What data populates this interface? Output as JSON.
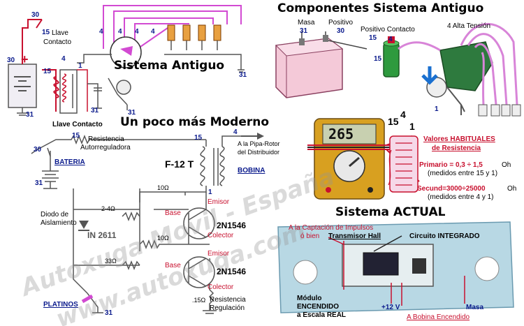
{
  "titles": {
    "sistema_antiguo": "Sistema Antiguo",
    "componentes": "Componentes Sistema Antiguo",
    "moderno": "Un poco más Moderno",
    "actual": "Sistema ACTUAL"
  },
  "antiguo": {
    "n30": "30",
    "llave_15": "15",
    "llave_label_1": "Llave",
    "llave_label_2": "Contacto",
    "n30_bat": "30",
    "plus": "+",
    "n15": "15",
    "n31_bat": "31",
    "n4_a": "4",
    "n4_b": "4",
    "n4_c": "4",
    "n4_d": "4",
    "n4_e": "4",
    "n1": "1",
    "n31_a": "31",
    "n31_b": "31",
    "n31_c": "31"
  },
  "componentes": {
    "masa": "Masa",
    "masa_n": "31",
    "positivo": "Positivo",
    "positivo_n": "30",
    "positivo_contacto": "Positivo Contacto",
    "pc_n": "15",
    "alta_tension": "4 Alta Tensión",
    "n1": "1",
    "n15": "15",
    "n4": "4"
  },
  "meter": {
    "display": "265",
    "n15": "15",
    "n4": "4",
    "n1": "1"
  },
  "valores": {
    "head_1": "Valores HABITUALES",
    "head_2": "de Resistencia",
    "primario": "Primario = 0,3 ÷ 1,5",
    "primario_unit": "Oh",
    "primario_note": "(medidos entre 15 y 1)",
    "secund": "Secund=3000÷25000",
    "secund_unit": "Oh",
    "secund_note": "(medidos entre 4 y 1)"
  },
  "moderno": {
    "llave": "Llave Contacto",
    "n15": "15",
    "resist_1": "Resistencia",
    "resist_2": "Autorreguladora",
    "n30": "30",
    "bateria": "BATERIA",
    "n31": "31",
    "n15_b": "15",
    "n4": "4",
    "pipa_1": "A la Pipa-Rotor",
    "pipa_2": "del Distribuidor",
    "f12t": "F-12 T",
    "bobina": "BOBINA",
    "n1": "1",
    "r1": "10Ω",
    "r2": "2-4Ω",
    "r3": "10Ω",
    "r4": "33Ω",
    "diodo_1": "Diodo de",
    "diodo_2": "Aislamiento",
    "in2611": "IN 2611",
    "base1": "Base",
    "emisor1": "Emisor",
    "q1": "2N1546",
    "colector1": "Colector",
    "base2": "Base",
    "emisor2": "Emisor",
    "q2": "2N1546",
    "colector2": "Colector",
    "r5": ".15Ω",
    "resist_reg_1": "Resistencia",
    "resist_reg_2": "Regulación",
    "platinos": "PLATINOS",
    "n31_b": "31"
  },
  "actual": {
    "captacion_1": "A la Captación de Impulsos",
    "captacion_2": "ó bien",
    "hall": "Transmisor Hall",
    "circuito": "Circuito INTEGRADO",
    "modulo_1": "Módulo",
    "modulo_2": "ENCENDIDO",
    "modulo_3": "a Escala REAL",
    "plus12": "+12 V",
    "bobina_enc": "A Bobina Encendido",
    "masa": "Masa"
  },
  "watermark": {
    "line1": "Autoxuga Movil - España",
    "line2": "www.autoxuga.com"
  },
  "colors": {
    "red": "#c8102e",
    "navy": "#0a1a8c",
    "magenta": "#d24ad2",
    "gray_line": "#555555"
  }
}
